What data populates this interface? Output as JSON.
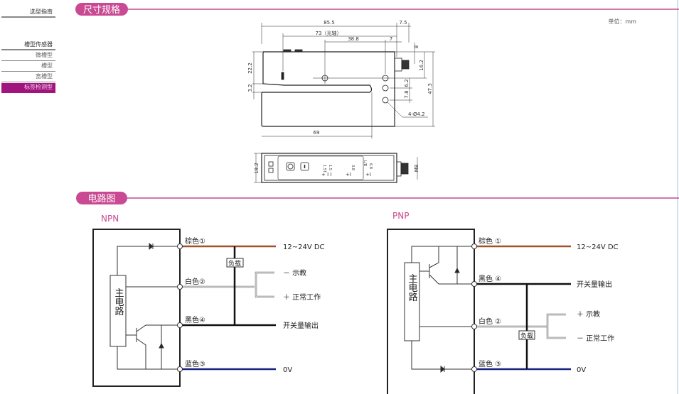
{
  "sidebar": {
    "items": [
      {
        "label": "选型指南"
      },
      {
        "label": "槽型传感器"
      },
      {
        "label": "微槽型"
      },
      {
        "label": "槽型"
      },
      {
        "label": "宽槽型"
      },
      {
        "label": "标签检测型",
        "active": true
      }
    ]
  },
  "sections": {
    "dimensions": {
      "title": "尺寸规格",
      "unit": "单位：mm"
    },
    "circuit": {
      "title": "电路图"
    }
  },
  "dimension_drawing": {
    "labels": [
      "85.5",
      "7.5",
      "73（光轴）",
      "38.8",
      "7",
      "8",
      "16.2",
      "22.2",
      "3.2",
      "6.2",
      "7.8",
      "47.3",
      "4-Ø4.2",
      "69",
      "18.2",
      "M8"
    ],
    "panel_marks": [
      "1.5T",
      "1.5",
      "3.8",
      "L/D",
      "6.8"
    ]
  },
  "npn": {
    "title": "NPN",
    "block": "主电路",
    "wires": {
      "brown": "棕色①",
      "white": "白色②",
      "black": "黑色④",
      "blue": "蓝色③"
    },
    "load": "负载",
    "outputs": {
      "power": "12~24V DC",
      "teach": "－ 示教",
      "normal": "＋ 正常工作",
      "switch": "开关量输出",
      "zero": "0V"
    }
  },
  "pnp": {
    "title": "PNP",
    "block": "主电路",
    "wires": {
      "brown": "棕色 ①",
      "black": "黑色 ④",
      "white": "白色 ②",
      "blue": "蓝色 ③"
    },
    "load": "负载",
    "outputs": {
      "power": "12~24V DC",
      "switch": "开关量输出",
      "teach": "＋ 示教",
      "normal": "－ 正常工作",
      "zero": "0V"
    }
  },
  "colors": {
    "accent": "#c94a93",
    "active": "#a1137f",
    "brown": "#a0522d",
    "blue": "#1a237e"
  }
}
